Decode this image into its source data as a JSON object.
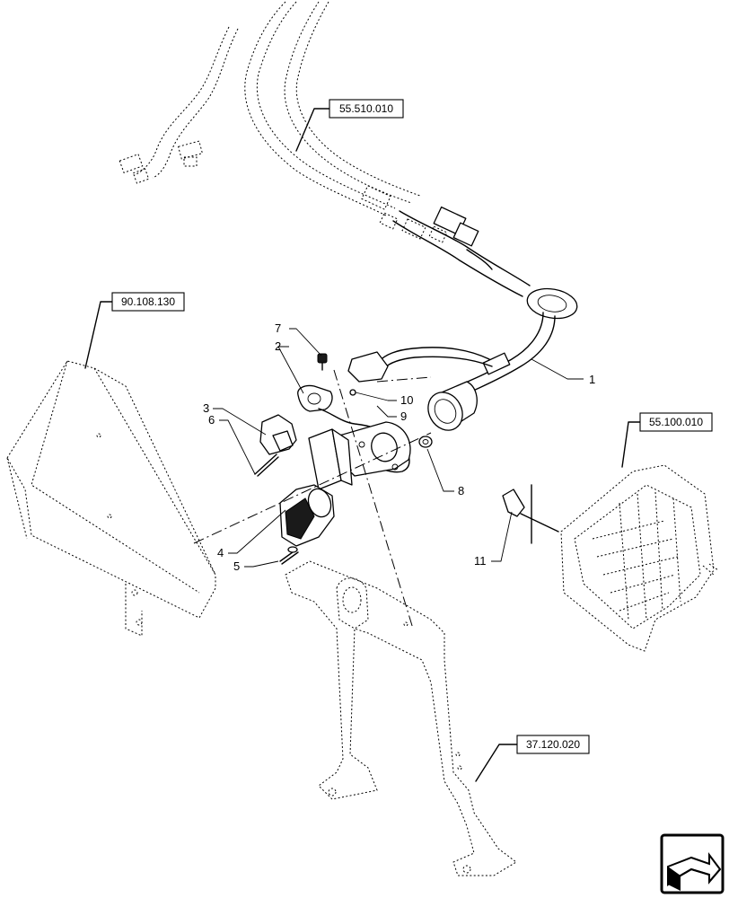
{
  "callouts": {
    "c1": "1",
    "c2": "2",
    "c3": "3",
    "c4": "4",
    "c5": "5",
    "c6": "6",
    "c7": "7",
    "c8": "8",
    "c9": "9",
    "c10": "10",
    "c11": "11"
  },
  "references": {
    "r1": "55.510.010",
    "r2": "90.108.130",
    "r3": "55.100.010",
    "r4": "37.120.020"
  },
  "icons": {
    "nav": "next-page-arrow-icon"
  }
}
